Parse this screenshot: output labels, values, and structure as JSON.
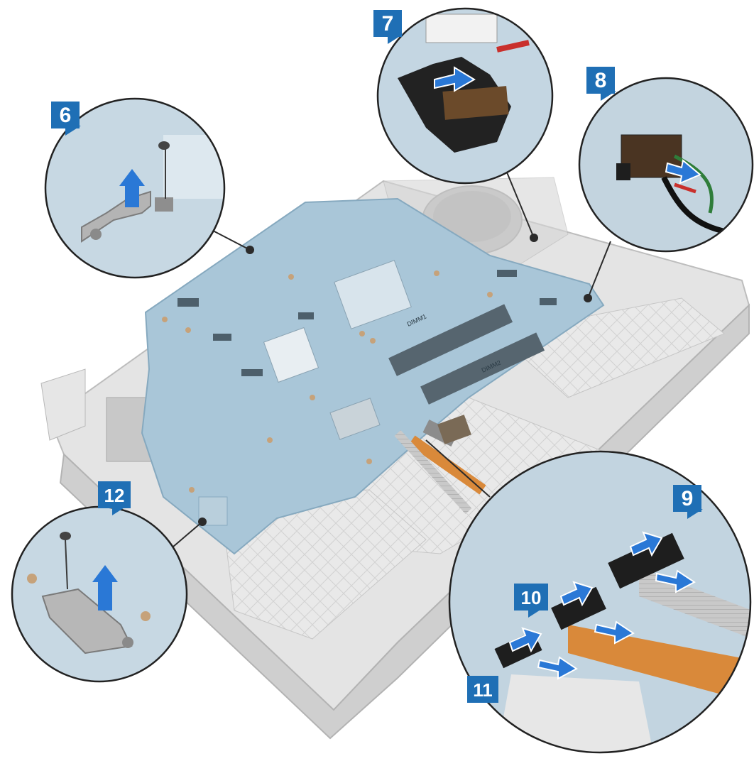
{
  "callouts": [
    {
      "id": "step-6",
      "label": "6"
    },
    {
      "id": "step-7",
      "label": "7"
    },
    {
      "id": "step-8",
      "label": "8"
    },
    {
      "id": "step-9",
      "label": "9"
    },
    {
      "id": "step-10",
      "label": "10"
    },
    {
      "id": "step-11",
      "label": "11"
    },
    {
      "id": "step-12",
      "label": "12"
    }
  ],
  "board_labels": {
    "dimm_1": "DIMM1",
    "dimm_2": "DIMM2"
  },
  "colors": {
    "badge": "#1f6fb5",
    "arrow": "#2a78d6",
    "board": "#a9c6d8",
    "chassis": "#dcdcdc",
    "cable_orange": "#d9893a"
  }
}
